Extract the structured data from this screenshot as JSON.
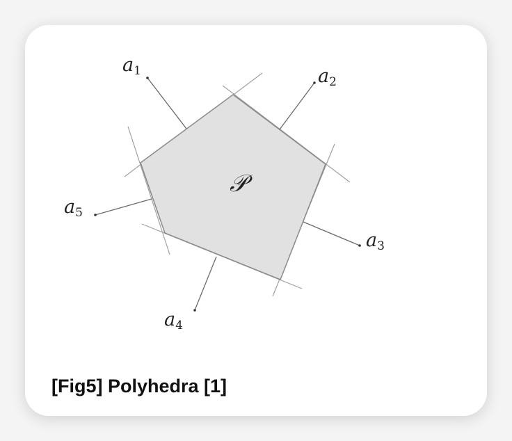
{
  "figure": {
    "region_label": "𝒫",
    "normals": [
      {
        "base": "a",
        "index": "1"
      },
      {
        "base": "a",
        "index": "2"
      },
      {
        "base": "a",
        "index": "3"
      },
      {
        "base": "a",
        "index": "4"
      },
      {
        "base": "a",
        "index": "5"
      }
    ],
    "colors": {
      "polygon_fill": "#e1e1e1",
      "polygon_edge": "#8a8a8a",
      "lines": "#9a9a9a",
      "arrows": "#555555"
    }
  },
  "caption": "[Fig5] Polyhedra [1]"
}
